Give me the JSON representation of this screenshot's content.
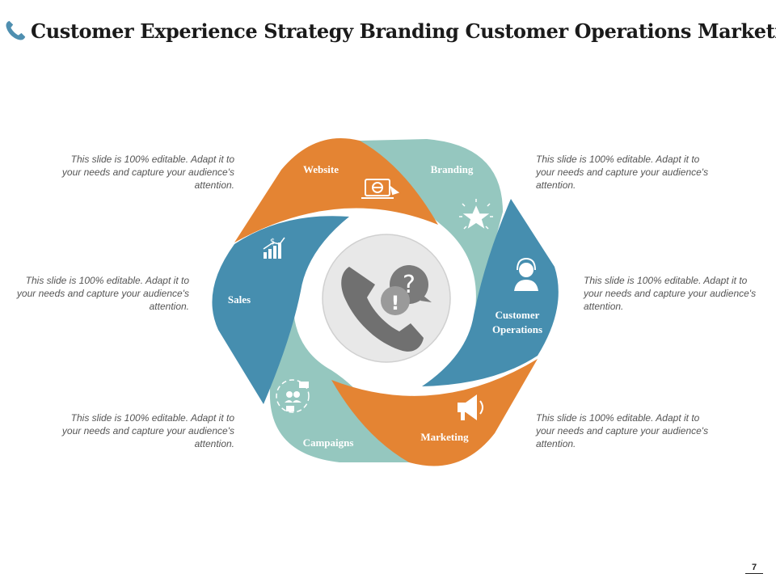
{
  "header": {
    "title": "Customer Experience Strategy Branding Customer Operations Marketing",
    "icon": "phone-icon"
  },
  "colors": {
    "orange": "#E48433",
    "teal": "#95C7BF",
    "blue": "#468EAF"
  },
  "segments": [
    {
      "label": "Website",
      "icon": "laptop-globe-icon",
      "color": "#E48433"
    },
    {
      "label": "Branding",
      "icon": "star-burst-icon",
      "color": "#95C7BF"
    },
    {
      "label_line1": "Customer",
      "label_line2": "Operations",
      "icon": "headset-agent-icon",
      "color": "#468EAF"
    },
    {
      "label": "Marketing",
      "icon": "megaphone-icon",
      "color": "#E48433"
    },
    {
      "label": "Campaigns",
      "icon": "team-social-icon",
      "color": "#95C7BF"
    },
    {
      "label": "Sales",
      "icon": "growth-chart-icon",
      "color": "#468EAF"
    }
  ],
  "center": {
    "icon": "phone-question-exclamation-icon"
  },
  "notes": {
    "top_left": "This slide is 100% editable. Adapt it to your needs and capture your audience's attention.",
    "top_right": "This slide is 100% editable. Adapt it to your needs and capture your audience's attention.",
    "middle_left": "This slide is 100% editable. Adapt it to your needs and capture your audience's attention.",
    "middle_right": "This slide is 100% editable. Adapt it to your needs and capture your audience's attention.",
    "bottom_left": "This slide is 100% editable. Adapt it to your needs and capture your audience's attention.",
    "bottom_right": "This slide is 100% editable. Adapt it to your needs and capture your audience's attention."
  },
  "page_number": "7"
}
